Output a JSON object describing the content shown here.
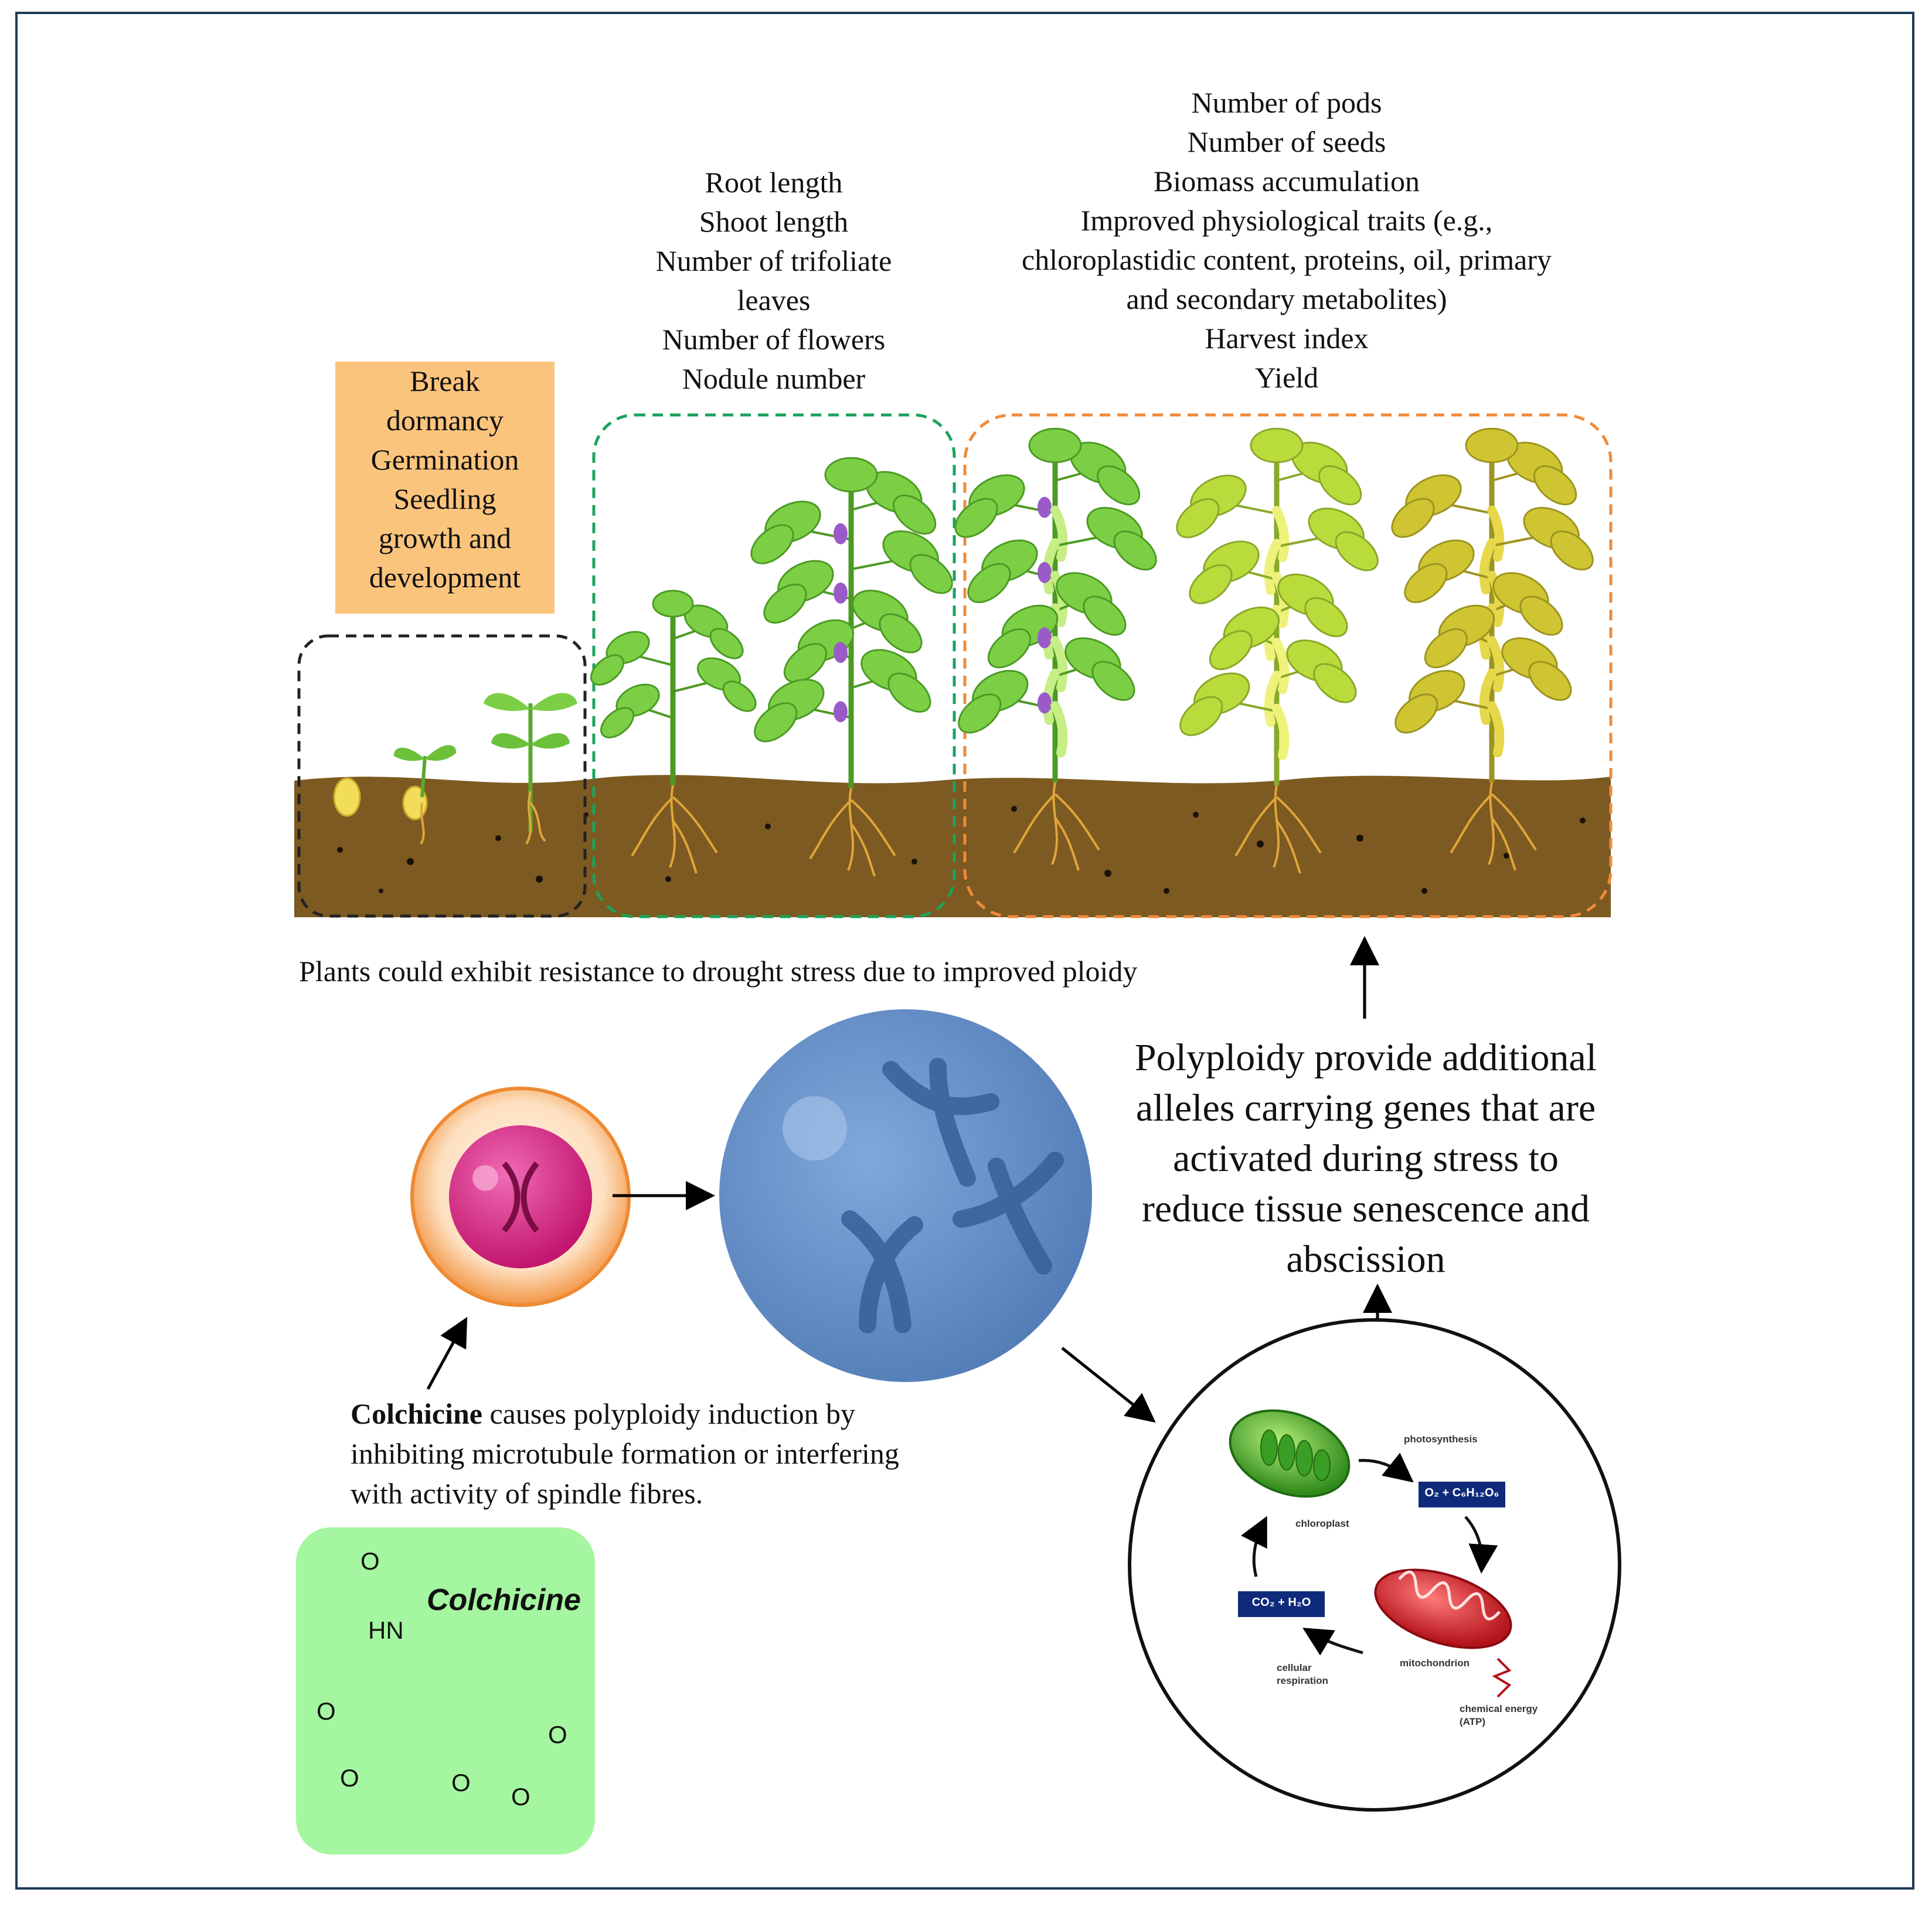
{
  "stage1": {
    "lines": [
      "Break",
      "dormancy",
      "Germination",
      "Seedling",
      "growth and",
      "development"
    ],
    "box_color": "#fbc47d",
    "border_color": "#222222"
  },
  "stage2": {
    "lines": [
      "Root length",
      "Shoot length",
      "Number of trifoliate",
      "leaves",
      "Number of flowers",
      "Nodule number"
    ],
    "border_color": "#1aa35c"
  },
  "stage3": {
    "lines": [
      "Number of pods",
      "Number of seeds",
      "Biomass accumulation",
      "Improved physiological traits (e.g.,",
      "chloroplastidic content, proteins, oil, primary",
      "and secondary metabolites)",
      "Harvest index",
      "Yield"
    ],
    "border_color": "#f08a3a"
  },
  "drought_note": "Plants could exhibit resistance to drought stress due to improved ploidy",
  "polyploidy_text": {
    "lines": [
      "Polyploidy provide additional",
      "alleles carrying genes that are",
      "activated during stress to",
      "reduce tissue senescence and",
      "abscission"
    ]
  },
  "colchicine_caption": {
    "bold": "Colchicine",
    "line1_rest": " causes polyploidy induction by",
    "line2": "inhibiting microtubule formation or interfering",
    "line3": "with activity of spindle fibres."
  },
  "molecule": {
    "name": "Colchicine",
    "atoms": {
      "o_carbonyl": "O",
      "hn": "HN",
      "o_ketone": "O",
      "o1": "O",
      "o2": "O",
      "o3": "O",
      "o4": "O"
    },
    "box_color": "#a5f6a0"
  },
  "cycle": {
    "chloroplast": "chloroplast",
    "photosynthesis": "photosynthesis",
    "product_formula": "O₂ + C₆H₁₂O₆",
    "mitochondrion": "mitochondrion",
    "chemical_energy_line1": "chemical energy",
    "chemical_energy_line2": "(ATP)",
    "cellular_line1": "cellular",
    "cellular_line2": "respiration",
    "reactant_formula": "CO₂ + H₂O",
    "formula_box_color": "#0f2a7a"
  },
  "colors": {
    "soil": "#7d5a21",
    "cell_small_outer": "#f4a35a",
    "cell_small_nucleus": "#d9268a",
    "cell_large": "#5b8ac7"
  }
}
